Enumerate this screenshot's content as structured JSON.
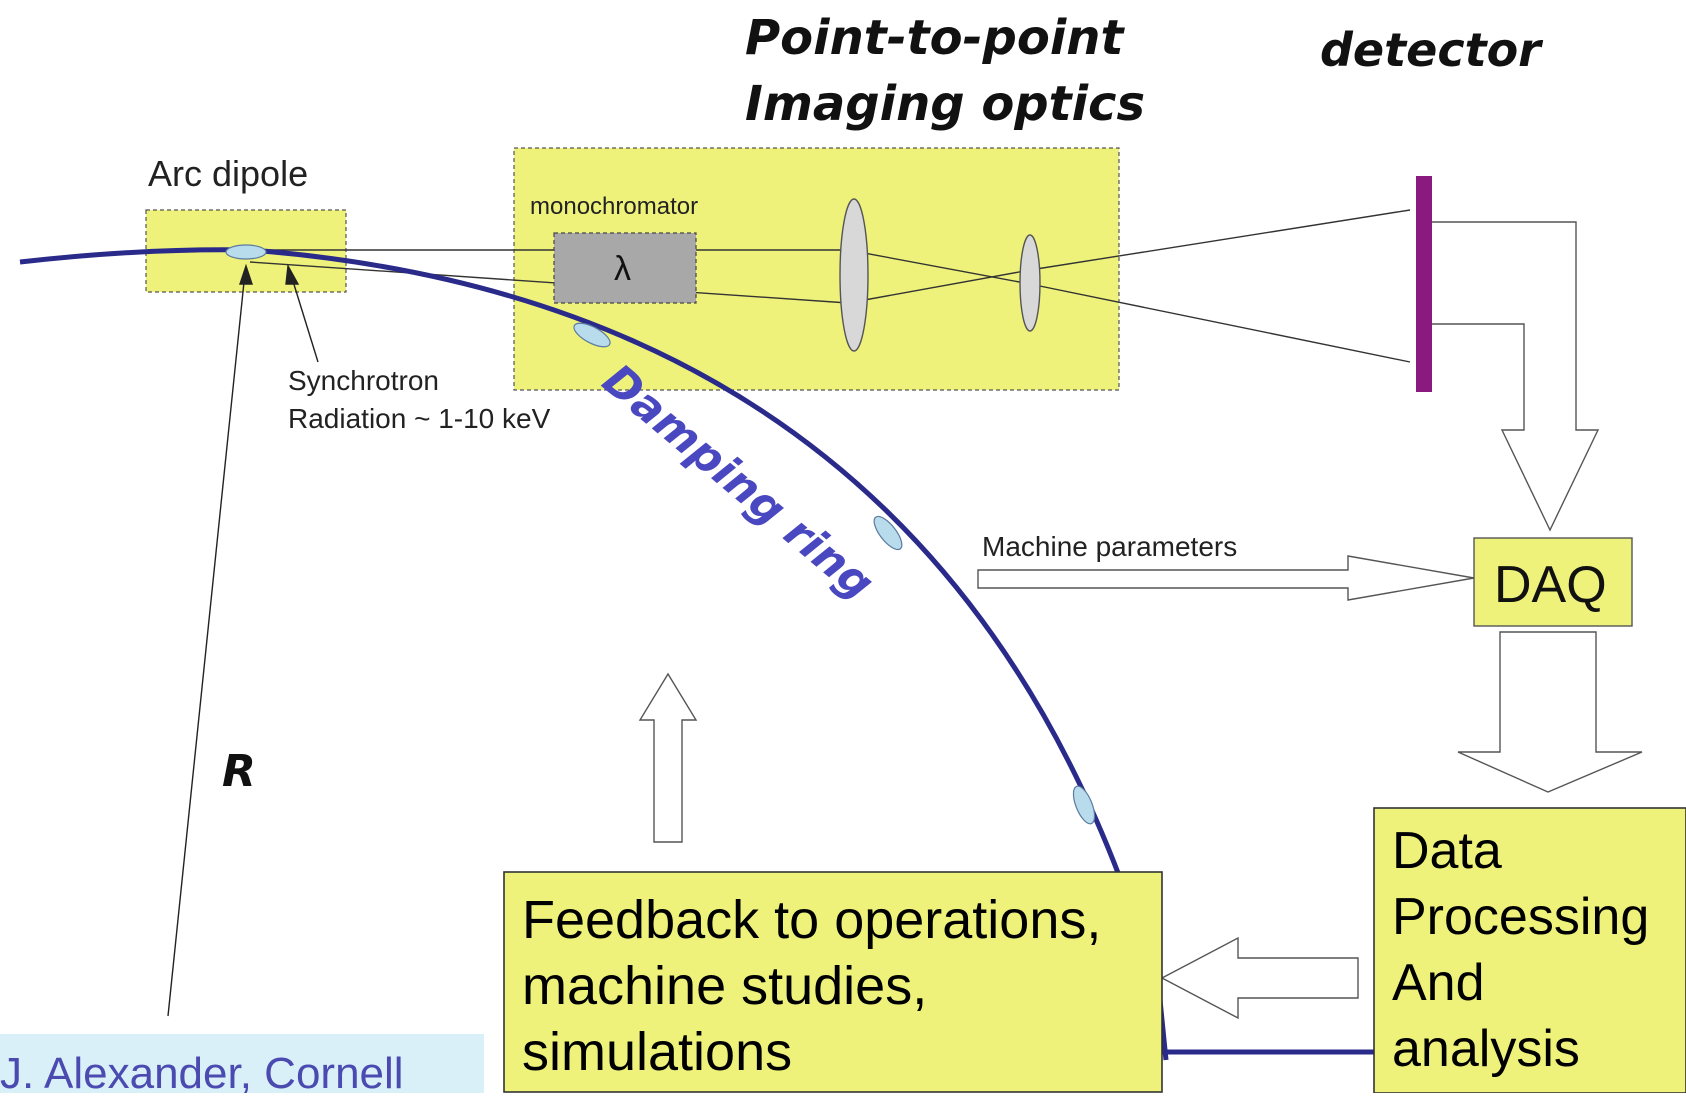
{
  "labels": {
    "optics_title_line1": "Point-to-point",
    "optics_title_line2": "Imaging optics",
    "detector": "detector",
    "arc_dipole": "Arc dipole",
    "monochromator": "monochromator",
    "lambda": "λ",
    "synchrotron_line1": "Synchrotron",
    "synchrotron_line2": "Radiation ~ 1-10 keV",
    "damping_ring": "Damping ring",
    "machine_parameters": "Machine parameters",
    "daq": "DAQ",
    "radius": "R",
    "feedback_line1": "Feedback to operations,",
    "feedback_line2": "machine studies,",
    "feedback_line3": "simulations",
    "processing_line1": "Data",
    "processing_line2": "Processing",
    "processing_line3": "And",
    "processing_line4": "analysis",
    "credit": "J. Alexander, Cornell"
  },
  "colors": {
    "box_fill": "#eef27a",
    "ring": "#2a2a8a",
    "ring_label": "#4a48c0",
    "detector": "#8b1a7e",
    "mono_fill": "#a8a8a8",
    "lens_fill": "#d8d8d8",
    "bunch_fill": "#b8dceb",
    "credit_bg": "#d9f0f8",
    "credit_text": "#4a4ab0"
  }
}
